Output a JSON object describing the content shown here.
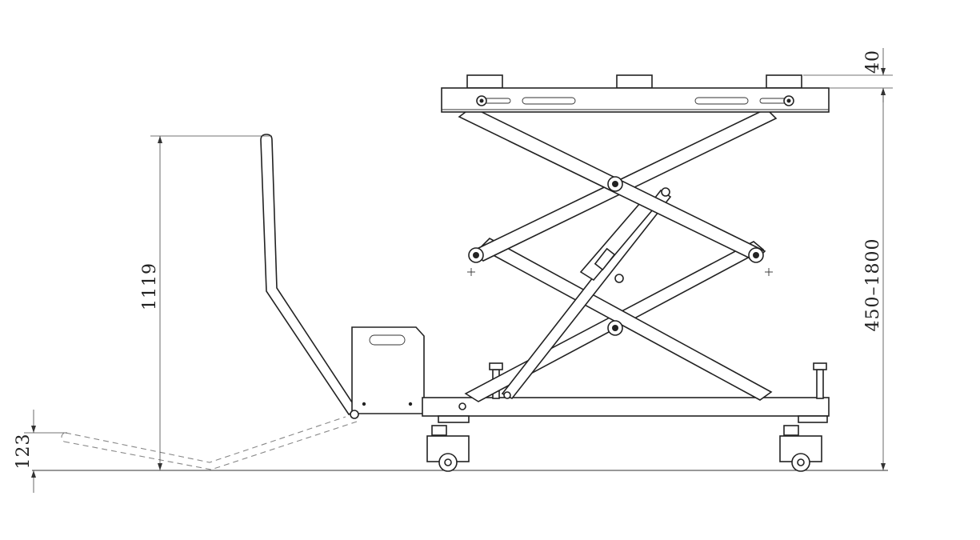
{
  "dimensions": {
    "platform_thickness": "40",
    "lift_range": "450–1800",
    "handle_height": "1119",
    "pedal_height": "123"
  }
}
